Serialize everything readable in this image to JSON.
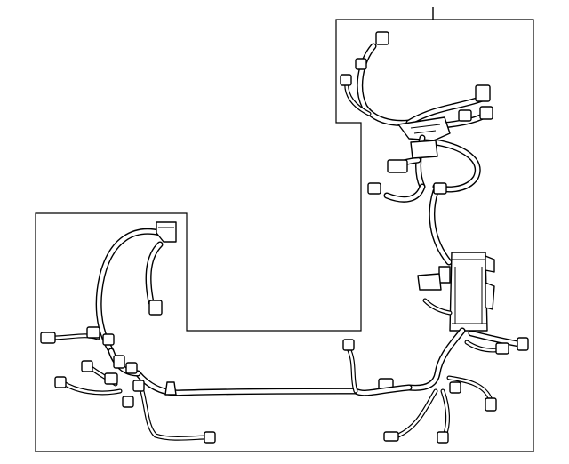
{
  "diagram": {
    "type": "wiring-harness-parts-illustration",
    "labels": [],
    "colors": {
      "line": "#000000",
      "background": "#ffffff"
    },
    "components": [
      "main-wire-harness",
      "fuse-relay-box",
      "upper-detail-inset",
      "left-detail-inset"
    ]
  }
}
